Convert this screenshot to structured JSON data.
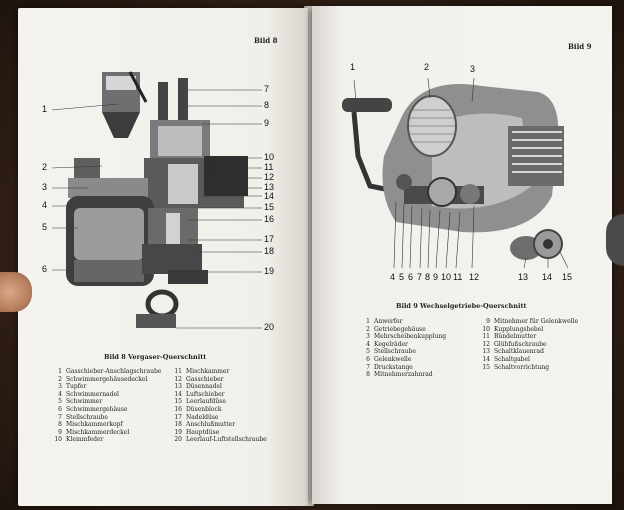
{
  "left_page": {
    "page_label": "Bild 8",
    "callouts": [
      "1",
      "2",
      "3",
      "4",
      "5",
      "6",
      "7",
      "8",
      "9",
      "10",
      "11",
      "12",
      "13",
      "14",
      "15",
      "16",
      "17",
      "18",
      "19",
      "20"
    ],
    "caption": "Bild 8   Vergaser-Querschnitt",
    "legend_col1": [
      {
        "n": "1",
        "t": "Gasschieber-Anschlagschraube"
      },
      {
        "n": "2",
        "t": "Schwimmergehäusedeckel"
      },
      {
        "n": "3",
        "t": "Tupfer"
      },
      {
        "n": "4",
        "t": "Schwimmernadel"
      },
      {
        "n": "5",
        "t": "Schwimmer"
      },
      {
        "n": "6",
        "t": "Schwimmergehäuse"
      },
      {
        "n": "7",
        "t": "Stellschraube"
      },
      {
        "n": "8",
        "t": "Mischkammerkopf"
      },
      {
        "n": "9",
        "t": "Mischkammerdeckel"
      },
      {
        "n": "10",
        "t": "Klemmfeder"
      }
    ],
    "legend_col2": [
      {
        "n": "11",
        "t": "Mischkammer"
      },
      {
        "n": "12",
        "t": "Gasschieber"
      },
      {
        "n": "13",
        "t": "Düsennadel"
      },
      {
        "n": "14",
        "t": "Luftschieber"
      },
      {
        "n": "15",
        "t": "Leerlaufdüse"
      },
      {
        "n": "16",
        "t": "Düsenblock"
      },
      {
        "n": "17",
        "t": "Nadeldüse"
      },
      {
        "n": "18",
        "t": "Anschlußmutter"
      },
      {
        "n": "19",
        "t": "Hauptdüse"
      },
      {
        "n": "20",
        "t": "Leerlauf-Luftstellschraube"
      }
    ]
  },
  "right_page": {
    "page_label": "Bild 9",
    "callouts_top": [
      "1",
      "2",
      "3"
    ],
    "callouts_bottom": [
      "4",
      "5",
      "6",
      "7",
      "8",
      "9",
      "10",
      "11",
      "12"
    ],
    "callouts_side": [
      "13",
      "14",
      "15"
    ],
    "caption": "Bild 9   Wechselgetriebe-Querschnitt",
    "legend_col1": [
      {
        "n": "1",
        "t": "Anwerfer"
      },
      {
        "n": "2",
        "t": "Getriebegehäuse"
      },
      {
        "n": "3",
        "t": "Mehrscheibenkupplung"
      },
      {
        "n": "4",
        "t": "Kegelräder"
      },
      {
        "n": "5",
        "t": "Stellschraube"
      },
      {
        "n": "6",
        "t": "Gelenkwelle"
      },
      {
        "n": "7",
        "t": "Druckstange"
      },
      {
        "n": "8",
        "t": "Mitnehmerzahnrad"
      }
    ],
    "legend_col2": [
      {
        "n": "9",
        "t": "Mitnehmer für Gelenkwelle"
      },
      {
        "n": "10",
        "t": "Kupplungshebel"
      },
      {
        "n": "11",
        "t": "Bündelmutter"
      },
      {
        "n": "12",
        "t": "Glühfußschraube"
      },
      {
        "n": "13",
        "t": "Schaltklauenrad"
      },
      {
        "n": "14",
        "t": "Schaltgabel"
      },
      {
        "n": "15",
        "t": "Schaltvorrichtung"
      }
    ]
  },
  "colors": {
    "paper": "#f3f1ec",
    "ink": "#1e1e1e",
    "table": "#3a2a1e"
  }
}
